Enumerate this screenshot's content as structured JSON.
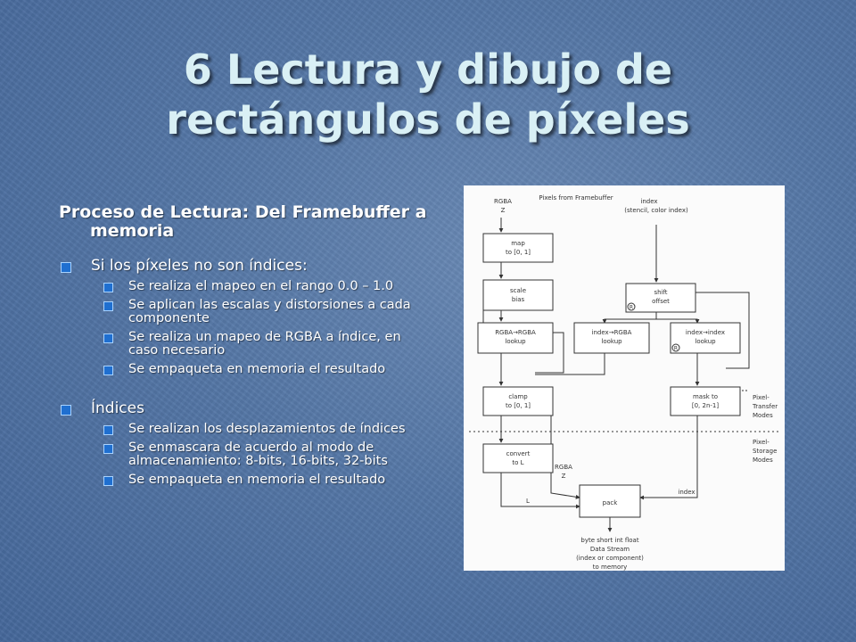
{
  "slide": {
    "title_line1": "6 Lectura y dibujo de",
    "title_line2": "rectángulos de píxeles"
  },
  "content": {
    "heading": "Proceso de Lectura: Del Framebuffer a memoria",
    "sections": [
      {
        "label": "Si los píxeles no son índices:",
        "items": [
          "Se realiza el mapeo en el rango 0.0 – 1.0",
          "Se aplican las escalas y distorsiones a cada componente",
          "Se realiza un mapeo de RGBA a índice, en caso necesario",
          "Se empaqueta en memoria el resultado"
        ]
      },
      {
        "label": "Índices",
        "items": [
          "Se realizan los desplazamientos de índices",
          "Se enmascara de acuerdo al modo de almacenamiento: 8-bits, 16-bits, 32-bits",
          "Se empaqueta en memoria el resultado"
        ]
      }
    ]
  },
  "diagram": {
    "header": "Pixels from Framebuffer",
    "rgba_input": "RGBA",
    "rgba_z": "Z",
    "index_input": "index",
    "index_input_sub": "(stencil, color index)",
    "map_l1": "map",
    "map_l2": "to [0, 1]",
    "scale_l1": "scale",
    "scale_l2": "bias",
    "shift_l1": "shift",
    "shift_l2": "offset",
    "rgba_lookup_l1": "RGBA→RGBA",
    "rgba_lookup_l2": "lookup",
    "index_rgba_l1": "index→RGBA",
    "index_rgba_l2": "lookup",
    "index_index_l1": "index→index",
    "index_index_l2": "lookup",
    "clamp_l1": "clamp",
    "clamp_l2": "to [0, 1]",
    "mask_l1": "mask to",
    "mask_l2": "[0, 2n-1]",
    "convert_l1": "convert",
    "convert_l2": "to L",
    "pack": "pack",
    "transfer_l1": "Pixel-",
    "transfer_l2": "Transfer",
    "transfer_l3": "Modes",
    "storage_l1": "Pixel-",
    "storage_l2": "Storage",
    "storage_l3": "Modes",
    "rgba_label2": "RGBA",
    "z_label2": "Z",
    "l_label": "L",
    "index_label2": "index",
    "r_mark": "R",
    "out_l1": "byte short int float",
    "out_l2": "Data Stream",
    "out_l3": "(index or component)",
    "out_l4": "to memory"
  }
}
